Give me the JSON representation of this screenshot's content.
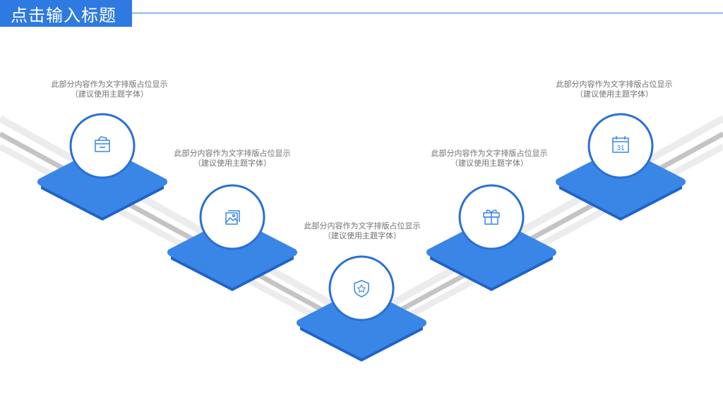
{
  "header": {
    "title": "点击输入标题"
  },
  "steps": [
    {
      "line1": "此部分内容作为文字排版占位显示",
      "line2": "（建议使用主题字体）",
      "icon": "archive-box-icon"
    },
    {
      "line1": "此部分内容作为文字排版占位显示",
      "line2": "（建议使用主题字体）",
      "icon": "image-gallery-icon"
    },
    {
      "line1": "此部分内容作为文字排版占位显示",
      "line2": "（建议使用主题字体）",
      "icon": "shield-star-icon"
    },
    {
      "line1": "此部分内容作为文字排版占位显示",
      "line2": "（建议使用主题字体）",
      "icon": "gift-icon"
    },
    {
      "line1": "此部分内容作为文字排版占位显示",
      "line2": "（建议使用主题字体）",
      "icon": "calendar-icon",
      "icon_text": "31"
    }
  ],
  "colors": {
    "accent": "#2f7ae0",
    "tile_top": "#3a86e6",
    "tile_side": "#1f63c9",
    "track_dark": "#c4c4c4",
    "track_light": "#ececec",
    "caption": "#707070"
  }
}
